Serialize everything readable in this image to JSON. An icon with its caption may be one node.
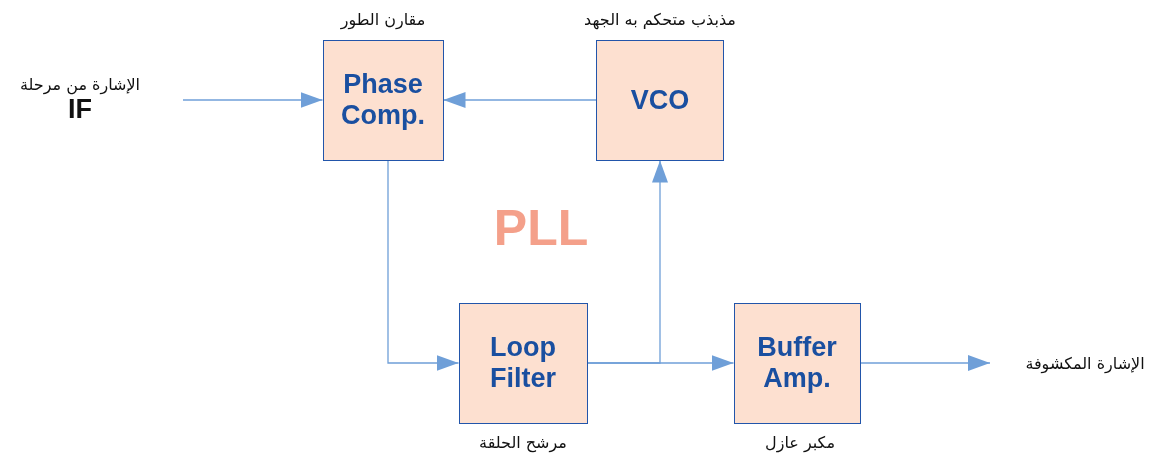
{
  "diagram": {
    "nodes": [
      {
        "text": [
          "الإشارة من مرحلة",
          "IF"
        ]
      },
      {
        "text": [
          "Phase Comp."
        ],
        "beside": [
          "مقارن الطور"
        ]
      },
      {
        "text": [
          "VCO"
        ],
        "beside": [
          "مذبذب متحكم به الجهد"
        ]
      },
      {
        "text": [
          "Loop Filter"
        ],
        "beside": [
          "مرشح الحلقة"
        ]
      },
      {
        "text": [
          "Buffer Amp."
        ],
        "beside": [
          "مكبر عازل"
        ]
      },
      {
        "text": [
          "الإشارة المكشوفة"
        ]
      }
    ],
    "edges": [
      {
        "from": 0,
        "to": 1,
        "arrow": "to"
      },
      {
        "from": 2,
        "to": 1,
        "arrow": "to"
      },
      {
        "from": 1,
        "to": 3,
        "arrow": "to"
      },
      {
        "from": 3,
        "to": 4,
        "arrow": "to"
      },
      {
        "from": 3,
        "to": 2,
        "arrow": "to"
      },
      {
        "from": 4,
        "to": 5,
        "arrow": "to"
      }
    ],
    "labels": [
      "PLL"
    ]
  }
}
